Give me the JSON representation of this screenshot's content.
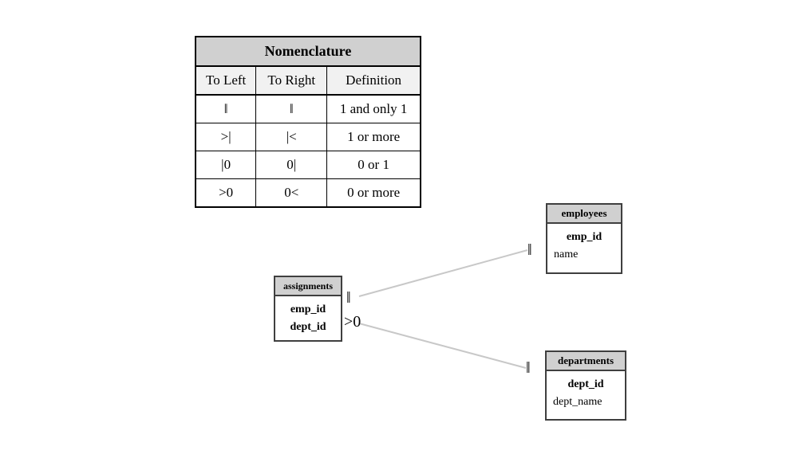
{
  "legend": {
    "title": "Nomenclature",
    "columns": [
      "To Left",
      "To Right",
      "Definition"
    ],
    "rows": [
      {
        "to_left": "‖",
        "to_right": "‖",
        "definition": "1 and only 1"
      },
      {
        "to_left": ">|",
        "to_right": "|<",
        "definition": "1 or more"
      },
      {
        "to_left": "|0",
        "to_right": "0|",
        "definition": "0 or 1"
      },
      {
        "to_left": ">0",
        "to_right": "0<",
        "definition": "0 or more"
      }
    ]
  },
  "diagram": {
    "entities": [
      {
        "id": "employees",
        "name": "employees",
        "fields": [
          {
            "label": "emp_id",
            "key": true
          },
          {
            "label": "name",
            "key": false
          }
        ]
      },
      {
        "id": "departments",
        "name": "departments",
        "fields": [
          {
            "label": "dept_id",
            "key": true
          },
          {
            "label": "dept_name",
            "key": false
          }
        ]
      },
      {
        "id": "assignments",
        "name": "assignments",
        "fields": [
          {
            "label": "emp_id",
            "key": true
          },
          {
            "label": "dept_id",
            "key": true
          }
        ]
      }
    ],
    "relationships": [
      {
        "id": "assignments-employees",
        "from": "assignments",
        "to": "employees",
        "from_cardinality": "‖",
        "to_cardinality": "‖"
      },
      {
        "id": "assignments-departments",
        "from": "assignments",
        "to": "departments",
        "from_cardinality": ">0",
        "to_cardinality": "‖"
      }
    ],
    "line_color": "#c8c8c8",
    "header_fill": "#d0d0d0",
    "border_color": "#3f3f3f"
  }
}
